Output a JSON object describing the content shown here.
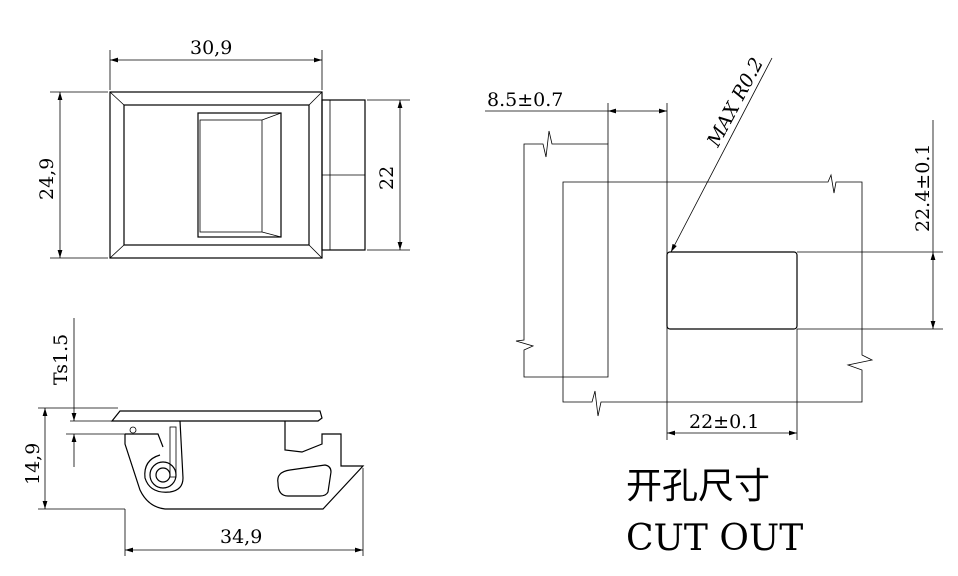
{
  "front_view": {
    "width_label": "30,9",
    "height_label": "24,9",
    "side_label": "22"
  },
  "side_view": {
    "thickness_label": "Ts1.5",
    "height_label": "14,9",
    "length_label": "34,9"
  },
  "cutout": {
    "offset_label": "8.5±0.7",
    "radius_label": "MAX R0.2",
    "height_label": "22.4±0.1",
    "width_label": "22±0.1",
    "title_cn": "开孔尺寸",
    "title_en": "CUT OUT"
  }
}
